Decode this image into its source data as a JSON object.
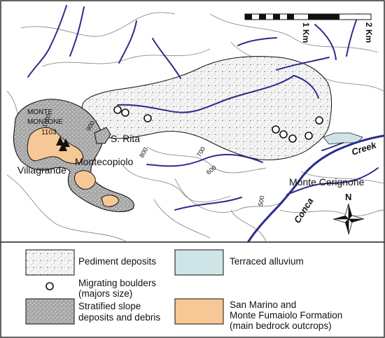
{
  "map": {
    "scalebar": {
      "mark_1": "1 Km",
      "mark_2": "2 Km"
    },
    "places": {
      "monte": "MONTE",
      "montone": "MONTONE",
      "peak_elevation": "1103",
      "srita": "S. Rita",
      "villagrande": "Villagrande",
      "montecopiolo": "Montecopiolo",
      "monte_cerignone": "Monte Cerignone",
      "creek": "Creek",
      "conca": "Conca"
    },
    "contours": {
      "c1000": "1000",
      "c900": "900",
      "c800": "800",
      "c700": "700",
      "c600": "600",
      "c500": "500"
    },
    "north": "N"
  },
  "legend": {
    "pediment": "Pediment deposits",
    "terraced": "Terraced alluvium",
    "boulders_line1": "Migrating boulders",
    "boulders_line2": "(majors size)",
    "stratified_line1": "Stratified slope",
    "stratified_line2": "deposits and debris",
    "sanmarino_line1": "San Marino and",
    "sanmarino_line2": "Monte Fumaiolo Formation",
    "sanmarino_line3": "(main bedrock outcrops)"
  },
  "colors": {
    "river": "#2b2c8c",
    "pediment_fill": "#f4f4f4",
    "stratified_fill": "#a9a9a9",
    "bedrock_fill": "#f6c896",
    "terraced_fill": "#cfe4e6",
    "contour": "#8c8c8c"
  }
}
